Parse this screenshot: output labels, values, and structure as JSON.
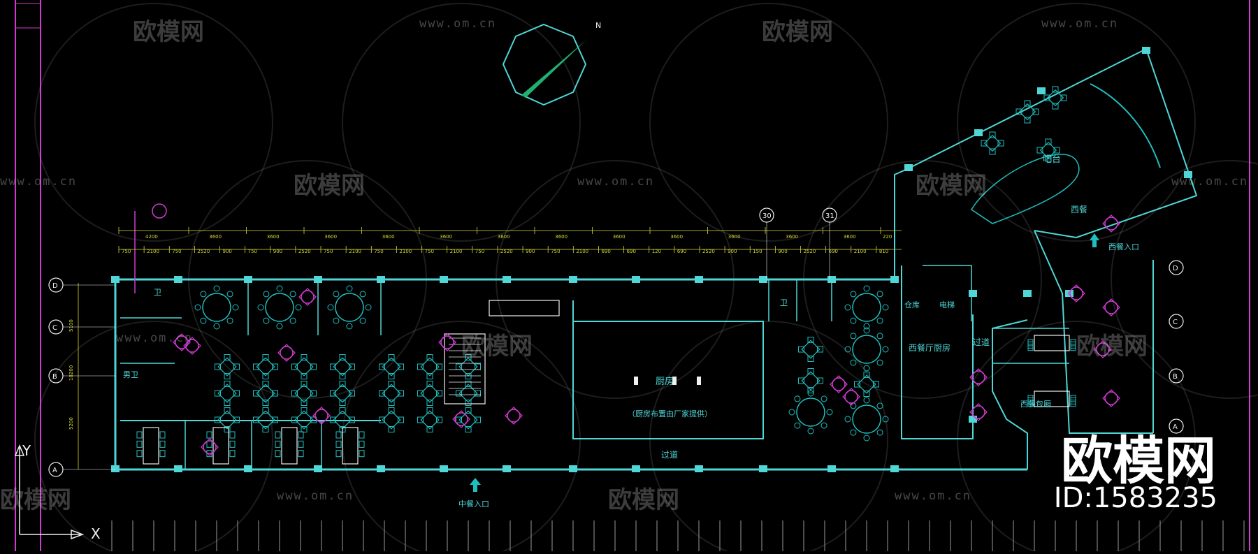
{
  "watermark": {
    "brand": "欧模网",
    "url": "www.om.cn"
  },
  "id_badge": {
    "logo": "欧模网",
    "id_text": "ID:1583235"
  },
  "compass": {
    "north_label": "N"
  },
  "axis_labels": {
    "x": "X",
    "y": "Y"
  },
  "grid_bubbles_top": [
    "30",
    "31"
  ],
  "grid_bubbles_left": [
    "D",
    "C",
    "B",
    "A"
  ],
  "grid_bubbles_right": [
    "D",
    "C",
    "B",
    "A"
  ],
  "dims_top_row1": [
    "4200",
    "3600",
    "3600",
    "3600",
    "3600",
    "3600",
    "3600",
    "3600",
    "3600",
    "3600",
    "3600",
    "3600",
    "3600",
    "220"
  ],
  "dims_top_row2": [
    "750",
    "2100",
    "750",
    "2520",
    "900",
    "750",
    "900",
    "2520",
    "750",
    "2100",
    "750",
    "2100",
    "750",
    "2100",
    "750",
    "2520",
    "900",
    "750",
    "2100",
    "690",
    "690",
    "120",
    "690",
    "2520",
    "900",
    "150",
    "900",
    "2520",
    "690",
    "2100",
    "810"
  ],
  "dims_left": [
    "5100",
    "10200",
    "5200"
  ],
  "rooms": {
    "kitchen": "厨房",
    "kitchen_note": "（厨房布置由厂家提供）",
    "western_kitchen": "西餐厅厨房",
    "western": "西餐",
    "bar": "吧台",
    "western_entry": "西餐入口",
    "chinese_entry": "中餐入口",
    "corridor": "过道",
    "corridor_right": "过道",
    "storage": "仓库",
    "western_private": "西餐包厢",
    "toilet": "卫",
    "toilet_left": "卫",
    "toilet_m": "男卫",
    "elevator": "电梯"
  },
  "colors": {
    "background": "#000000",
    "wall": "#4fd6d6",
    "furniture": "#1fbfbf",
    "magenta": "#d23ad2",
    "dimension": "#d8d830",
    "white": "#f0f0f0",
    "green": "#20b070"
  }
}
